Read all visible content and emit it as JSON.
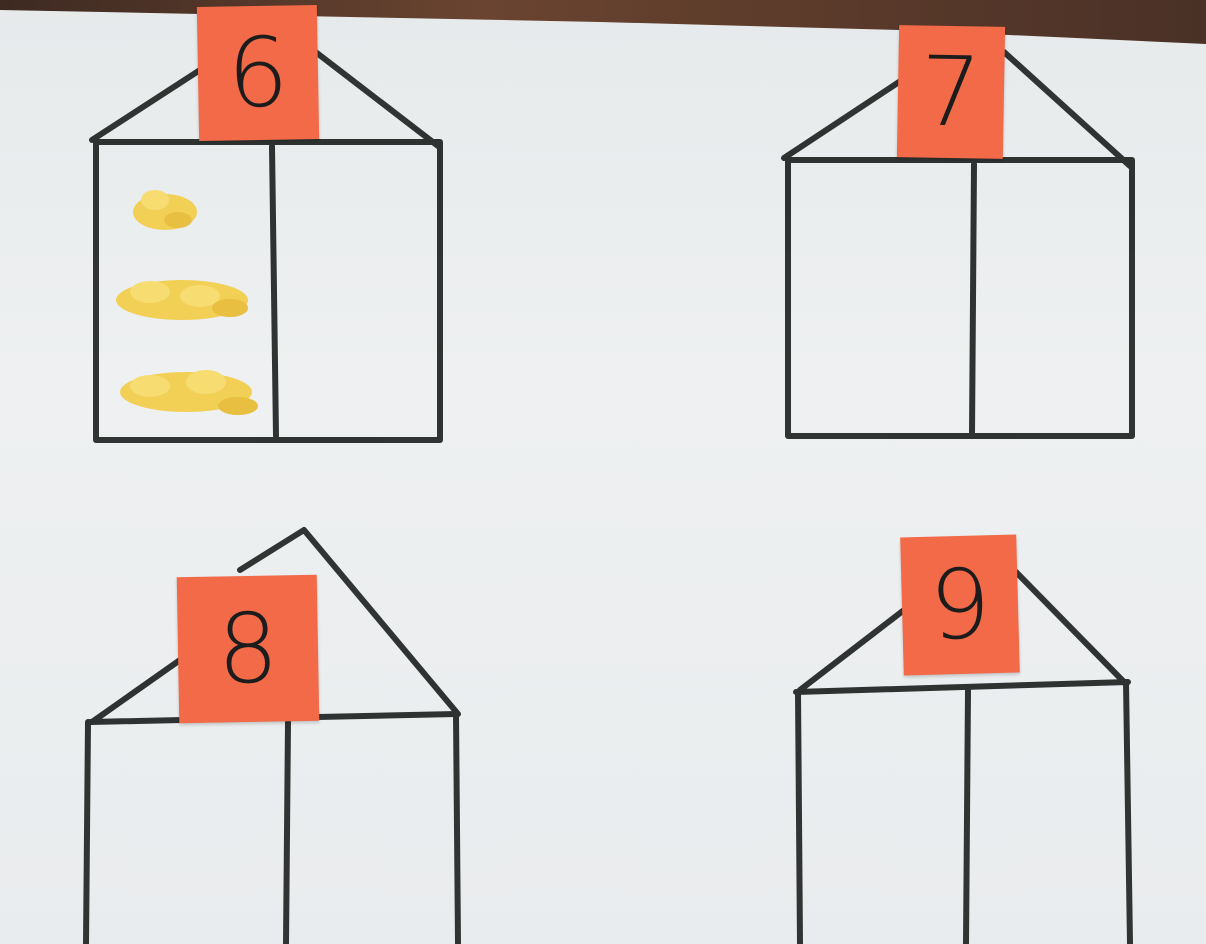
{
  "houses": [
    {
      "number": "6"
    },
    {
      "number": "7"
    },
    {
      "number": "8"
    },
    {
      "number": "9"
    }
  ],
  "colors": {
    "paper": "#eceff0",
    "marker": "#1f2422",
    "sticky_note": "#f26a47",
    "pasta": "#f2cf55",
    "wood": "#5a3a2a"
  }
}
